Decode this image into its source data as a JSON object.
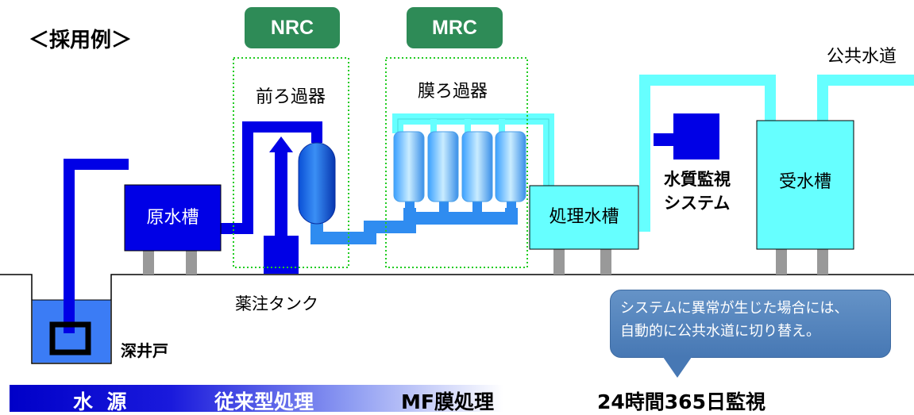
{
  "header": {
    "example_label": "＜採用例＞"
  },
  "badges": {
    "nrc": "NRC",
    "mrc": "MRC"
  },
  "labels": {
    "prefilter": "前ろ過器",
    "membrane_filter": "膜ろ過器",
    "public_water": "公共水道",
    "raw_water_tank": "原水槽",
    "treated_water_tank": "処理水槽",
    "receiving_tank": "受水槽",
    "monitoring_line1": "水質監視",
    "monitoring_line2": "システム",
    "chemical_tank": "薬注タンク",
    "deep_well": "深井戸"
  },
  "callout": {
    "line1": "システムに異常が生じた場合には、",
    "line2": "自動的に公共水道に切り替え。"
  },
  "bottom_bar": {
    "stage1": "水  源",
    "stage2": "従来型処理",
    "stage3": "MF膜処理",
    "stage4": "24時間365日監視"
  },
  "colors": {
    "dark_blue": "#0000e6",
    "mid_blue": "#2f8cf0",
    "light_cyan": "#66ffff",
    "nrc_green": "#2e8b57",
    "dotted_green": "#22cc22",
    "callout_blue": "#4f7fbd"
  }
}
